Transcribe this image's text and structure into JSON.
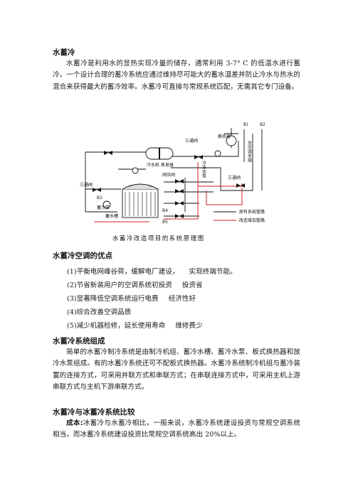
{
  "section1": {
    "title": "水蓄冷",
    "body": "水蓄冷是利用水的显热实现冷量的储存，通常利用 3-7° C 的低温水进行蓄冷。一个设计合理的蓄冷系统应通过维持尽可能大的蓄水温差并防止冷水与热水的混合来获得最大的蓄冷效率。水蓄冷可直接与常规系统匹配，无需其它专门设备。"
  },
  "diagram": {
    "caption": "水蓄冷改造项目的系统原理图",
    "labels": {
      "b1": "B)",
      "b2": "B2",
      "three_way_left": "三通阀",
      "three_way_top": "三通阀",
      "three_way_right": "三通阀",
      "heat_exchanger": "换热器",
      "ac_terminal": "至空调末端",
      "chiller": "冷水机 蒸发器",
      "ctrl_valve": "阀压阀",
      "b1_valve": "B1",
      "b4_valve": "B4",
      "pump": "蓄冷泵",
      "tank": "蓄水槽",
      "b_valve": "B5",
      "vertical_label": "冷冻水泵",
      "legend_original": "原有系统管路",
      "legend_added": "改造增加管路"
    },
    "colors": {
      "original": "#111111",
      "added": "#d42020"
    }
  },
  "section2": {
    "title": "水蓄冷空调的优点",
    "items": [
      {
        "text": "(1)平衡电网峰谷荷，缓解电厂建设，",
        "extra": "实现终端节能。"
      },
      {
        "text": "(2)节省新装用户的空调系统初投资",
        "extra": "投资省"
      },
      {
        "text": "(3)显著降低空调系统运行电费",
        "extra": "经济性好"
      },
      {
        "text": "(4)综合改善空调品质",
        "extra": ""
      },
      {
        "text": "(5)减少机器检修，延长使用寿命",
        "extra": "维修费少"
      }
    ]
  },
  "section3": {
    "title": "水蓄冷系统组成",
    "body": "简单的水蓄冷制冷系统是由制冷机组、蓄冷水槽、蓄冷水泵、板式换热器和放冷水泵组成。有的水蓄冷系统还可不配板式换热器。水蓄冷系统制冷机组与蓄冷装置的连接方式，可采用并联方式和串联方式；在串联连接方式中，可采用主机上游串联方式与主机下游串联方式。"
  },
  "section4": {
    "title": "水蓄冷与冰蓄冷系统比较",
    "lead": "成本:",
    "body": "冰蓄冷与水蓄冷相比，一般来说，水蓄冷系统建设投资与常规空调系统相当，而冰蓄冷系统建设投资比常规空调系统高出 20%以上。"
  }
}
